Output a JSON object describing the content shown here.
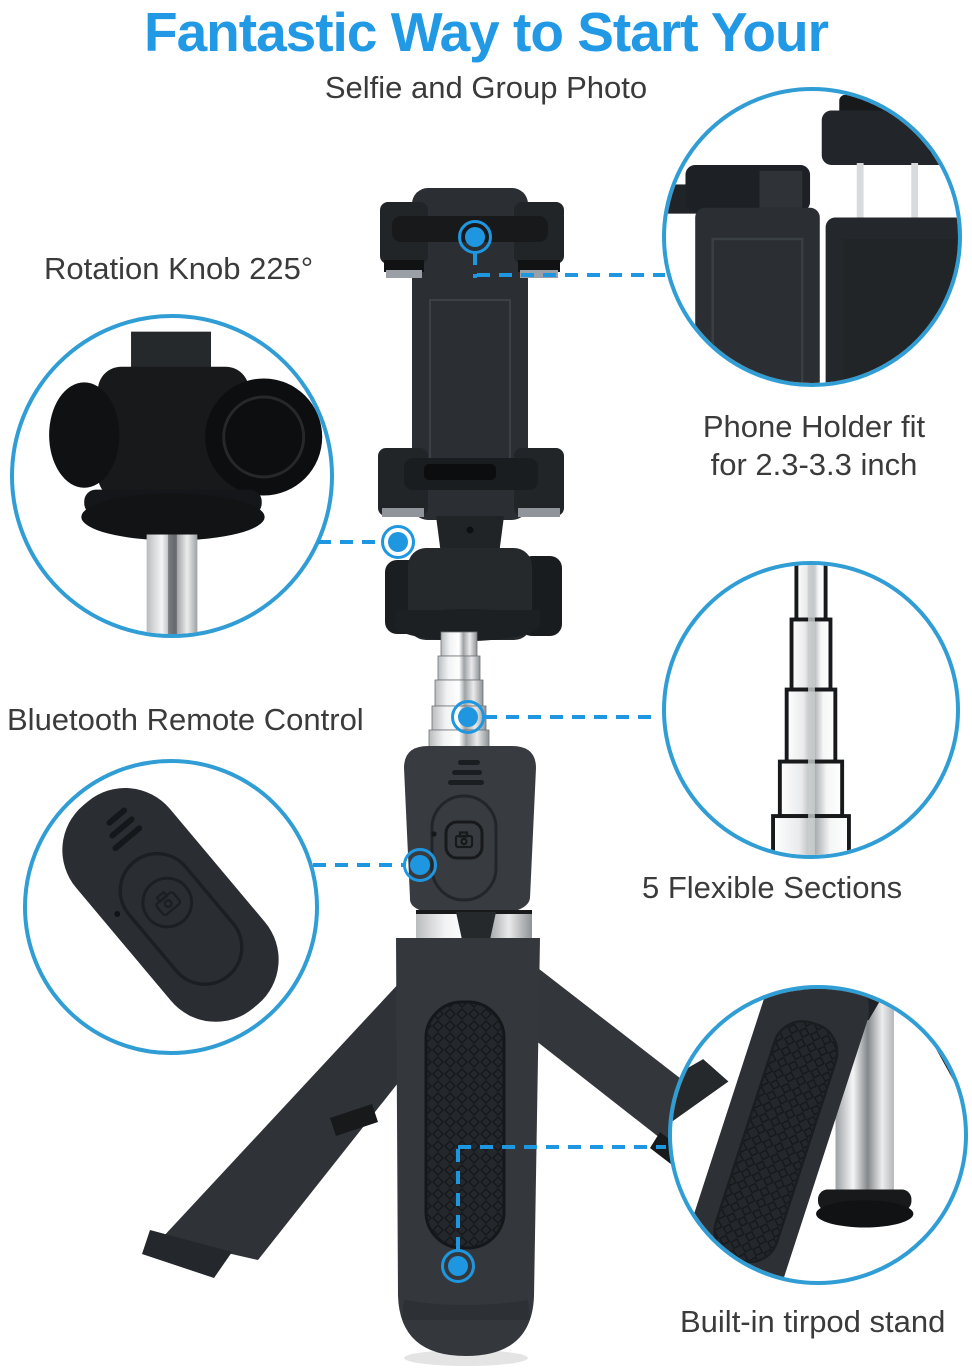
{
  "page": {
    "background": "#ffffff"
  },
  "colors": {
    "title_blue": "#2199e4",
    "accent_blue": "#1f97e0",
    "callout_circle_border": "#309dd5",
    "label_text": "#3b3b3b",
    "product_black": "#2b2f33"
  },
  "header": {
    "title": "Fantastic Way to Start Your",
    "subtitle": "Selfie and Group Photo"
  },
  "callouts": {
    "rotation_knob": {
      "label": "Rotation Knob 225°"
    },
    "phone_holder": {
      "label_line1": "Phone Holder fit",
      "label_line2": "for 2.3-3.3 inch"
    },
    "bluetooth_remote": {
      "label": "Bluetooth Remote Control"
    },
    "flexible_sections": {
      "label": "5 Flexible Sections"
    },
    "tripod_stand": {
      "label": "Built-in tirpod stand"
    }
  },
  "icons": {
    "handle_button": "camera-icon",
    "remote_button": "camera-icon"
  }
}
